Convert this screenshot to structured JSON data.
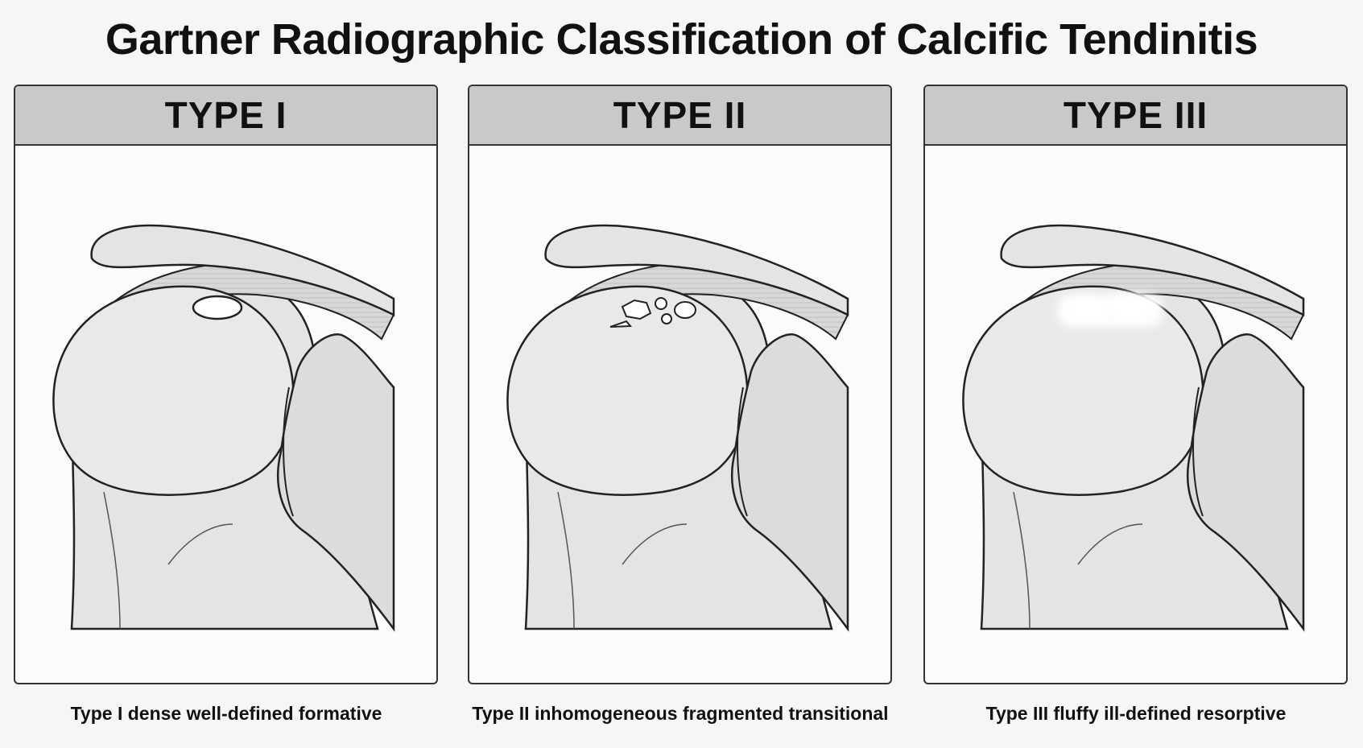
{
  "title": "Gartner Radiographic Classification of Calcific Tendinitis",
  "panels": [
    {
      "header": "TYPE I",
      "caption": "Type I dense well-defined formative",
      "deposit": "dense-well-defined"
    },
    {
      "header": "TYPE II",
      "caption": "Type II inhomogeneous fragmented transitional",
      "deposit": "fragmented"
    },
    {
      "header": "TYPE III",
      "caption": "Type III fluffy ill-defined resorptive",
      "deposit": "fluffy-ill-defined"
    }
  ],
  "colors": {
    "bone_fill": "#e4e4e4",
    "bone_stroke": "#222222",
    "tendon_fill": "#d6d6d6",
    "panel_header": "#c9c9c9",
    "deposit_fill": "#ffffff"
  }
}
